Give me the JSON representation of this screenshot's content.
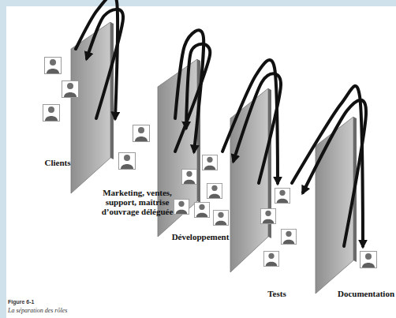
{
  "diagram": {
    "caption": "La séparation des rôles",
    "nodes": [
      {
        "text": [
          "Clients"
        ]
      },
      {
        "text": [
          "Marketing, ventes, support, maîtrise d’ouvrage déléguée"
        ]
      },
      {
        "text": [
          "Développement"
        ]
      },
      {
        "text": [
          "Tests"
        ]
      },
      {
        "text": [
          "Documentation"
        ]
      }
    ],
    "edges": [
      {
        "from": 0,
        "to": 1,
        "arrow": "to"
      },
      {
        "from": 1,
        "to": 0,
        "arrow": "to"
      },
      {
        "from": 1,
        "to": 2,
        "arrow": "to"
      },
      {
        "from": 2,
        "to": 1,
        "arrow": "to"
      },
      {
        "from": 2,
        "to": 3,
        "arrow": "to"
      },
      {
        "from": 3,
        "to": 2,
        "arrow": "to"
      },
      {
        "from": 3,
        "to": 4,
        "arrow": "to"
      },
      {
        "from": 4,
        "to": 3,
        "arrow": "to"
      }
    ],
    "labels": [
      "Figure 6-1"
    ]
  }
}
